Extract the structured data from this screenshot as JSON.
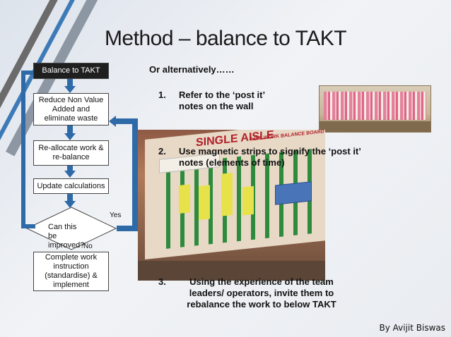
{
  "slide": {
    "title": "Method – balance to TAKT",
    "credit": "By Avijit Biswas"
  },
  "flow": {
    "start": "Balance to TAKT",
    "step1": "Reduce Non Value Added and eliminate waste",
    "step2": "Re-allocate work & re-balance",
    "step3": "Update calculations",
    "decision": "Can this be improved?",
    "yes_label": "Yes",
    "no_label": "No",
    "end": "Complete work instruction (standardise) & implement"
  },
  "content": {
    "intro": "Or alternatively……",
    "item1_num": "1.",
    "item1_text": "Refer to the ‘post it’ notes on the wall",
    "item2_num": "2.",
    "item2_text": "Use magnetic strips to signify the ‘post it’ notes (elements of time)",
    "item3_num": "3.",
    "item3_text": "Using the experience of the team leaders/ operators, invite them to rebalance the work to below TAKT"
  },
  "photo": {
    "board_title": "SINGLE AISLE",
    "board_subtitle": "LINE WORK BALANCE BOARD"
  },
  "colors": {
    "arrow": "#2f6aa8",
    "photo_bg": "#b07a5a",
    "board": "#e8d8c6",
    "green": "#2e8b3e",
    "yellow": "#e8e24a"
  }
}
